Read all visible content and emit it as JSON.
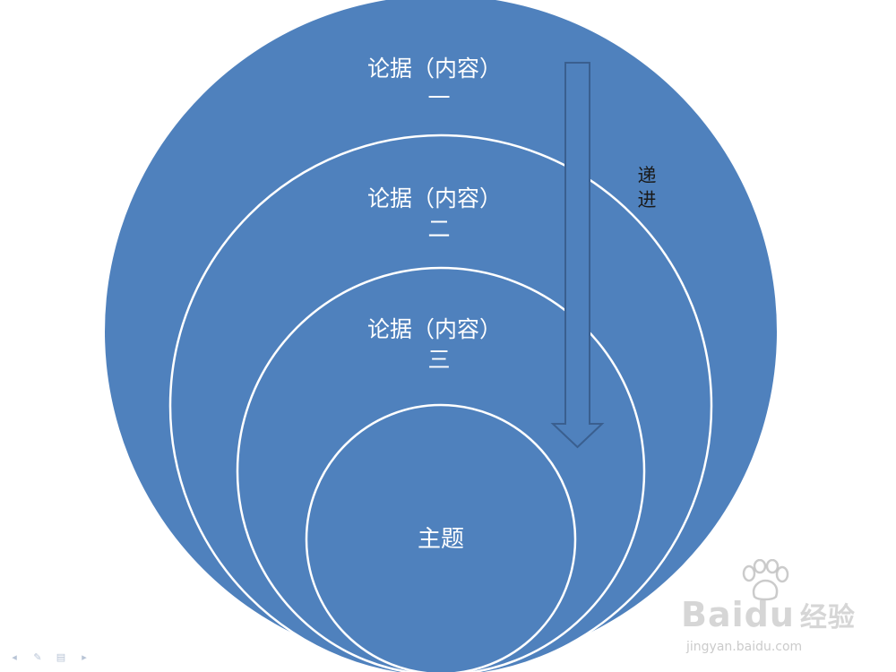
{
  "diagram": {
    "outer_label_line1": "论据（内容）",
    "outer_label_line2": "一",
    "middle_label_line1": "论据（内容）",
    "middle_label_line2": "二",
    "inner_label_line1": "论据（内容）",
    "inner_label_line2": "三",
    "core_label": "主题",
    "arrow_label_line1": "递",
    "arrow_label_line2": "进"
  },
  "colors": {
    "fill": "#4f81bd",
    "outline": "#ffffff",
    "arrow_stroke": "#3a5f8f",
    "text_on_fill": "#ffffff",
    "text_dark": "#1a1a1a"
  },
  "watermark": {
    "brand": "Bai",
    "brand2": "du",
    "brand_cn": "经验",
    "url": "jingyan.baidu.com"
  },
  "controls": {
    "icons": [
      "prev-arrow-icon",
      "pen-icon",
      "menu-icon",
      "next-arrow-icon"
    ]
  }
}
